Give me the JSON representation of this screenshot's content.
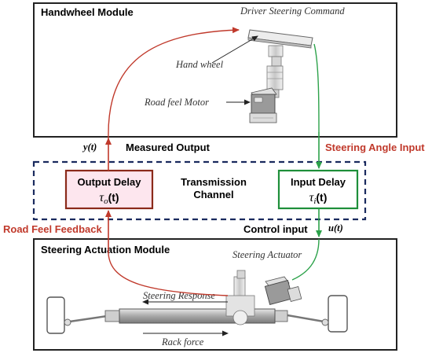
{
  "modules": {
    "handwheel": {
      "title": "Handwheel Module",
      "driver_command": "Driver Steering Command",
      "hand_wheel": "Hand wheel",
      "road_feel_motor": "Road feel Motor"
    },
    "steering": {
      "title": "Steering Actuation Module",
      "steering_actuator": "Steering Actuator",
      "steering_response": "Steering  Response",
      "rack_force": "Rack force"
    }
  },
  "channel": {
    "line1": "Transmission",
    "line2": "Channel",
    "output_delay": {
      "title": "Output Delay",
      "symbol": "τ",
      "subscript": "o",
      "arg": "(t)"
    },
    "input_delay": {
      "title": "Input Delay",
      "symbol": "τ",
      "subscript": "i",
      "arg": "(t)"
    }
  },
  "signals": {
    "y_label": "y(t)",
    "u_label": "u(t)",
    "measured_output": "Measured Output",
    "steering_angle_input": "Steering Angle Input",
    "control_input": "Control input",
    "road_feel_feedback": "Road Feel Feedback"
  },
  "colors": {
    "feedback_red": "#c0392b",
    "input_green": "#2ca24a",
    "channel_navy": "#1a2a5e",
    "output_box": "#8b2a1a",
    "input_box": "#1e8f3a",
    "output_fill": "#fde6ee"
  }
}
